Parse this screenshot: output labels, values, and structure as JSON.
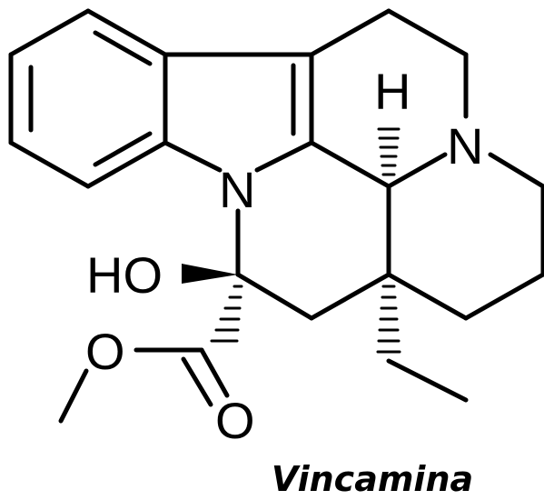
{
  "molecule": {
    "name": "Vincamina",
    "labels": {
      "h_atom": "H",
      "n_atom_1": "N",
      "n_atom_2": "N",
      "hydroxyl": "HO",
      "ester_oxygen": "O",
      "carbonyl_oxygen": "O"
    }
  }
}
